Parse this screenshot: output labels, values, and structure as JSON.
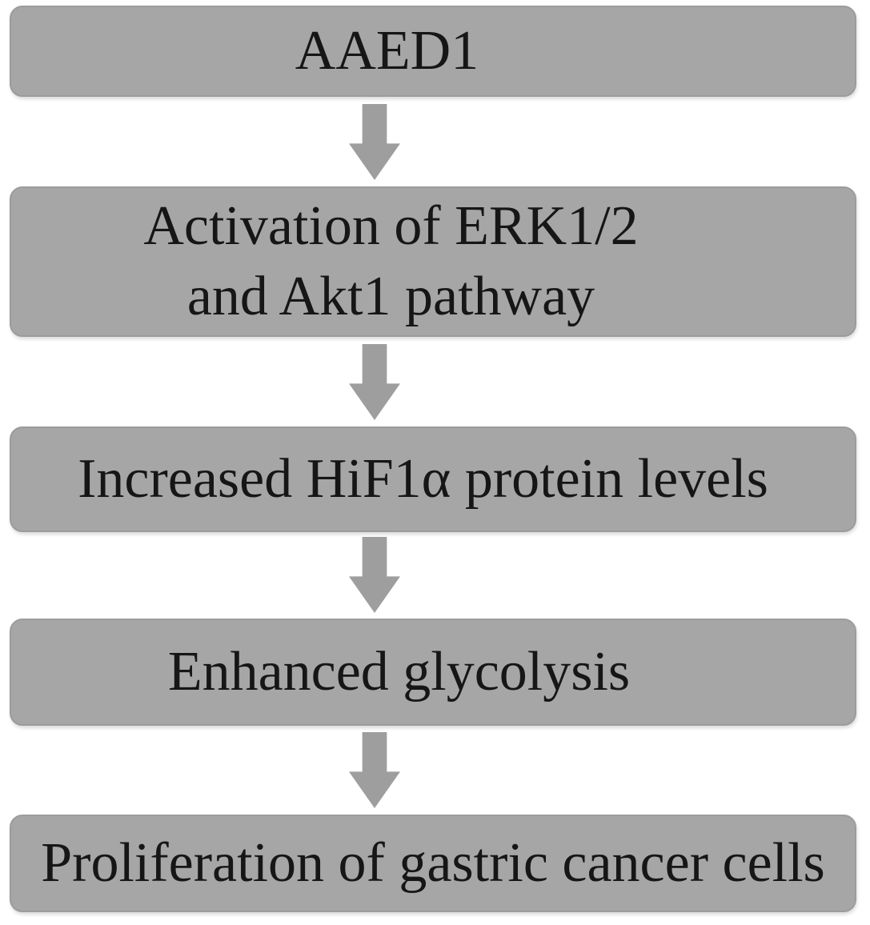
{
  "figure": {
    "type": "flowchart",
    "direction": "top-down",
    "colors": {
      "background": "#ffffff",
      "box_fill": "#a6a6a6",
      "box_border": "#9c9c9c",
      "arrow_fill": "#9e9e9e",
      "text": "#161616"
    },
    "nodes": [
      {
        "id": "aaed1",
        "lines": [
          "AAED1"
        ]
      },
      {
        "id": "erk-akt",
        "lines": [
          "Activation of ERK1/2",
          "and Akt1 pathway"
        ]
      },
      {
        "id": "hif1a",
        "lines": [
          "Increased HiF1α protein levels"
        ]
      },
      {
        "id": "glycolysis",
        "lines": [
          "Enhanced glycolysis"
        ]
      },
      {
        "id": "proliferation",
        "lines": [
          "Proliferation of gastric cancer cells"
        ]
      }
    ],
    "edges": [
      {
        "from": "aaed1",
        "to": "erk-akt"
      },
      {
        "from": "erk-akt",
        "to": "hif1a"
      },
      {
        "from": "hif1a",
        "to": "glycolysis"
      },
      {
        "from": "glycolysis",
        "to": "proliferation"
      }
    ]
  }
}
